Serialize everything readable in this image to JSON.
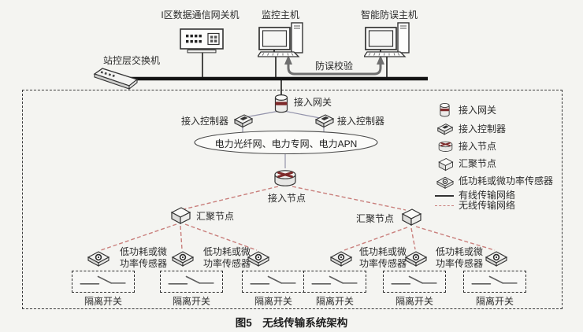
{
  "figure": {
    "caption": "图5　无线传输系统架构"
  },
  "labels": {
    "zone1_gateway_machine": "I区数据通信网关机",
    "monitor_host": "监控主机",
    "smart_anti_error_host": "智能防误主机",
    "station_switch": "站控层交换机",
    "anti_error_check": "防误校验",
    "access_gateway": "接入网关",
    "access_controller": "接入控制器",
    "cloud": "电力光纤网、电力专网、电力APN",
    "access_node": "接入节点",
    "aggregation_node": "汇聚节点",
    "sensor_line1": "低功耗或微",
    "sensor_line2": "功率传感器",
    "isolation_switch": "隔离开关"
  },
  "legend": {
    "access_gateway": "接入网关",
    "access_controller": "接入控制器",
    "access_node": "接入节点",
    "aggregation_node": "汇聚节点",
    "sensor": "低功耗或微功率传感器",
    "wired_network": "有线传输网络",
    "wireless_network": "无线传输网络"
  },
  "colors": {
    "wireless_link": "#c97f7c",
    "wired_link": "#9393ab",
    "bus": "#141414",
    "accent_red": "#7e2a2a"
  }
}
